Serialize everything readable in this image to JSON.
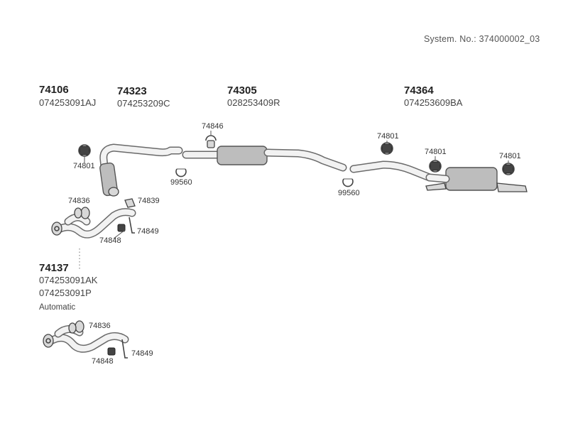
{
  "system_no": "System. No.: 374000002_03",
  "parts": {
    "p74106": {
      "number": "74106",
      "ref": "074253091AJ"
    },
    "p74323": {
      "number": "74323",
      "ref": "074253209C"
    },
    "p74305": {
      "number": "74305",
      "ref": "028253409R"
    },
    "p74364": {
      "number": "74364",
      "ref": "074253609BA"
    },
    "p74137": {
      "number": "74137",
      "ref1": "074253091AK",
      "ref2": "074253091P",
      "note": "Automatic"
    }
  },
  "callouts": {
    "c74846": "74846",
    "c74801a": "74801",
    "c99560a": "99560",
    "c74836a": "74836",
    "c74839": "74839",
    "c74849a": "74849",
    "c74848a": "74848",
    "c99560b": "99560",
    "c74801b": "74801",
    "c74801c": "74801",
    "c74801d": "74801",
    "c74836b": "74836",
    "c74849b": "74849",
    "c74848b": "74848"
  }
}
